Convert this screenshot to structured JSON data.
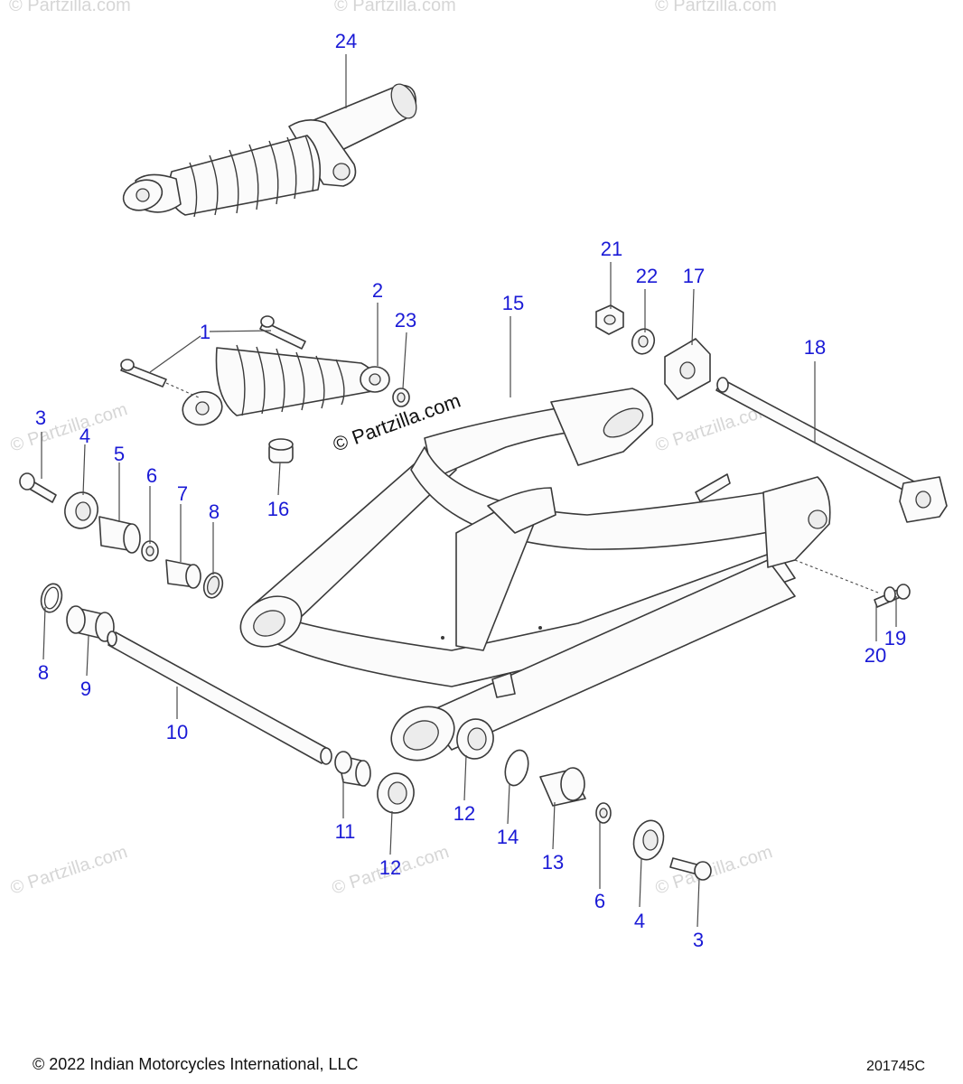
{
  "watermark": {
    "text": "© Partzilla.com"
  },
  "callouts": {
    "c1": "1",
    "c2": "2",
    "c3": "3",
    "c4": "4",
    "c5": "5",
    "c6": "6",
    "c7": "7",
    "c8": "8",
    "c9": "9",
    "c10": "10",
    "c11": "11",
    "c12": "12",
    "c13": "13",
    "c14": "14",
    "c15": "15",
    "c16": "16",
    "c17": "17",
    "c18": "18",
    "c19": "19",
    "c20": "20",
    "c21": "21",
    "c22": "22",
    "c23": "23",
    "c24": "24"
  },
  "footer": {
    "copyright": "© 2022 Indian Motorcycles International, LLC",
    "diagram_id": "201745C"
  }
}
